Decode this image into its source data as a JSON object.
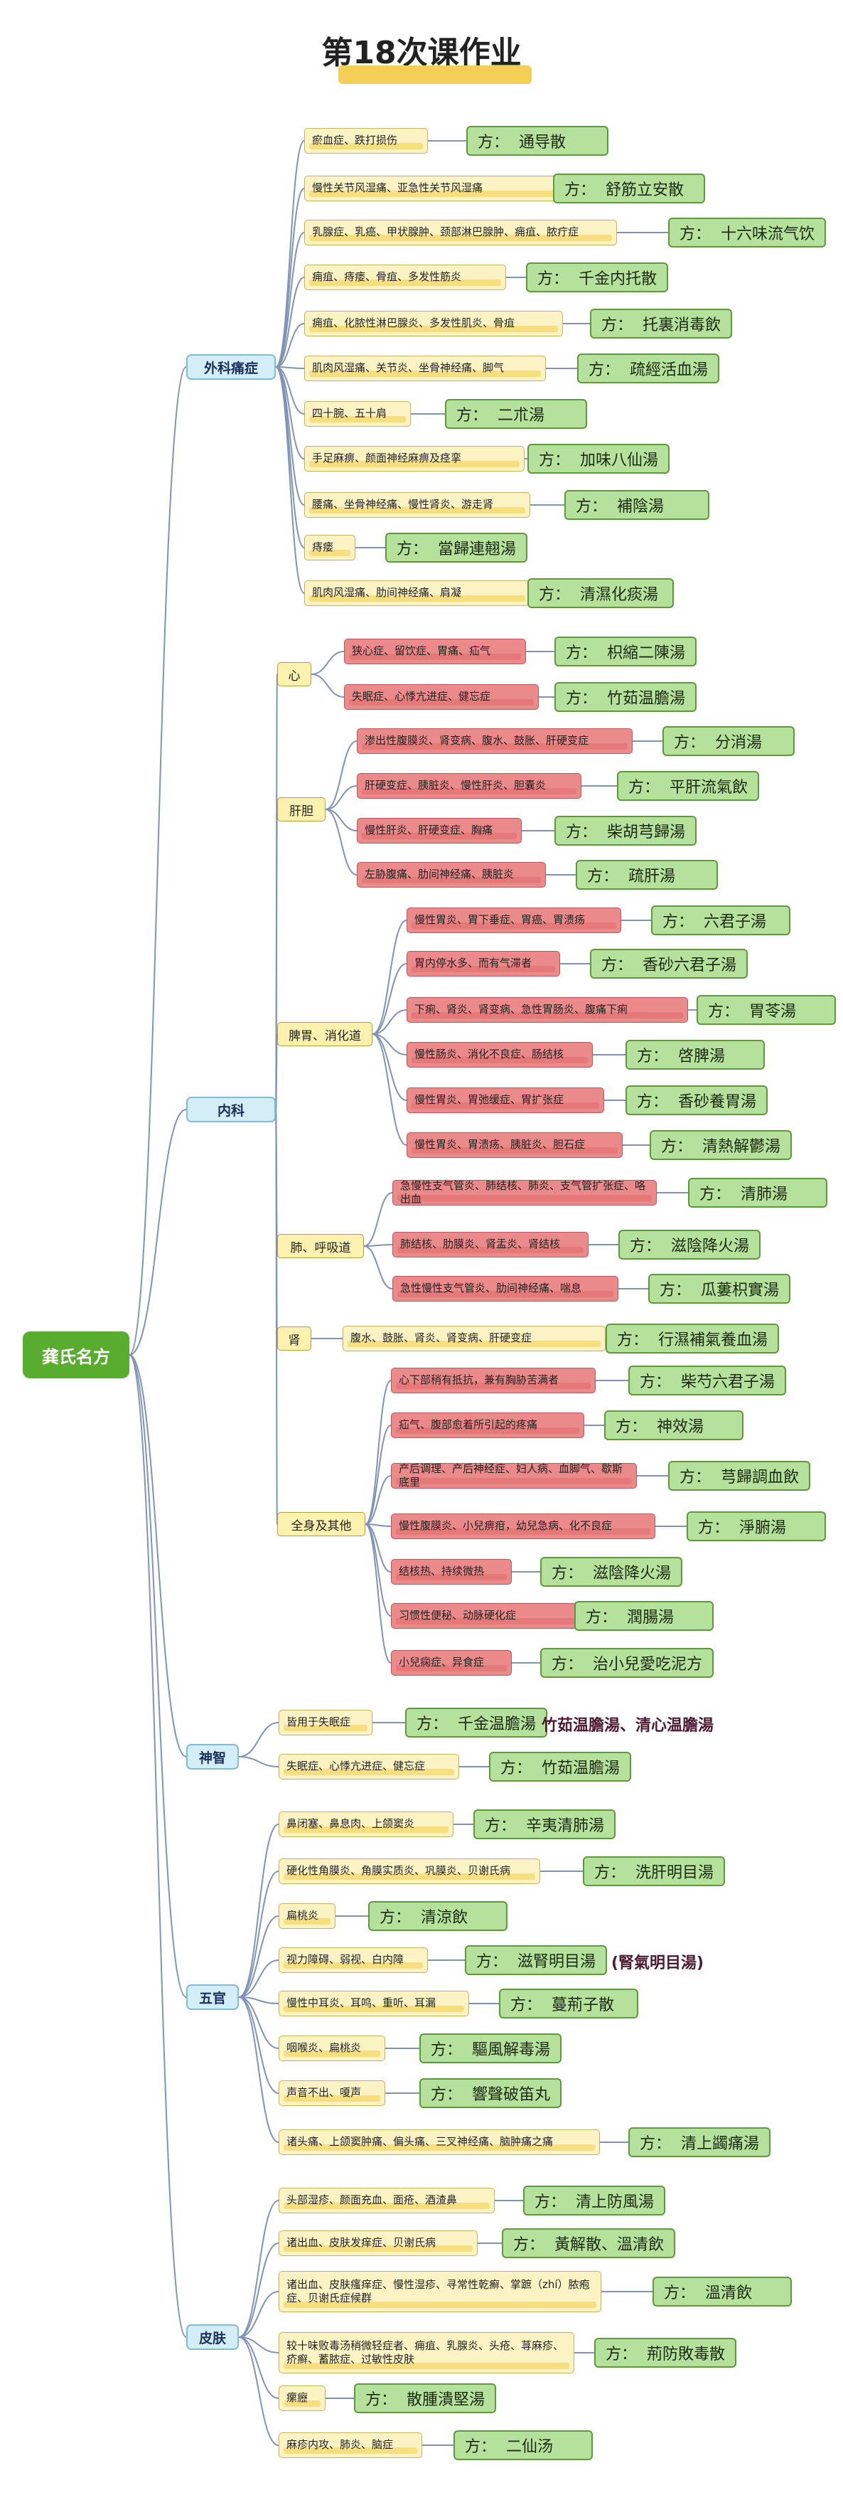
{
  "title": "第18次课作业",
  "root": "龚氏名方",
  "rx_prefix": "方：",
  "categories": [
    {
      "name": "外科痛症",
      "items": [
        {
          "sym": "瘀血症、跌打损伤",
          "rx": "通导散"
        },
        {
          "sym": "慢性关节风湿痛、亚急性关节风湿痛",
          "rx": "舒筋立安散"
        },
        {
          "sym": "乳腺症、乳癌、甲状腺肿、颈部淋巴腺肿、痈疽、脓疔症",
          "rx": "十六味流气饮"
        },
        {
          "sym": "痈疽、痔瘘、骨疽、多发性筋炎",
          "rx": "千金内托散"
        },
        {
          "sym": "痈疽、化脓性淋巴腺炎、多发性肌炎、骨疽",
          "rx": "托裏消毒飲"
        },
        {
          "sym": "肌肉风湿痛、关节炎、坐骨神经痛、脚气",
          "rx": "疏經活血湯"
        },
        {
          "sym": "四十腕、五十肩",
          "rx": "二朮湯"
        },
        {
          "sym": "手足麻痹、颜面神经麻痹及痉挛",
          "rx": "加味八仙湯"
        },
        {
          "sym": "腰痛、坐骨神经痛、慢性肾炎、游走肾",
          "rx": "補陰湯"
        },
        {
          "sym": "痔瘘",
          "rx": "當歸連翹湯"
        },
        {
          "sym": "肌肉风湿痛、肋间神经痛、肩凝",
          "rx": "清濕化痰湯"
        }
      ]
    },
    {
      "name": "内科",
      "groups": [
        {
          "name": "心",
          "items": [
            {
              "sym": "狭心症、留饮症、胃痛、疝气",
              "rx": "枳縮二陳湯"
            },
            {
              "sym": "失眠症、心悸亢进症、健忘症",
              "rx": "竹茹温膽湯"
            }
          ]
        },
        {
          "name": "肝胆",
          "items": [
            {
              "sym": "渗出性腹膜炎、肾变病、腹水、鼓胀、肝硬变症",
              "rx": "分消湯"
            },
            {
              "sym": "肝硬变症、胰脏炎、慢性肝炎、胆囊炎",
              "rx": "平肝流氣飲"
            },
            {
              "sym": "慢性肝炎、肝硬变症、胸痛",
              "rx": "柴胡芎歸湯"
            },
            {
              "sym": "左胁腹痛、肋间神经痛、胰脏炎",
              "rx": "疏肝湯"
            }
          ]
        },
        {
          "name": "脾胃、消化道",
          "items": [
            {
              "sym": "慢性胃炎、胃下垂症、胃癌、胃溃疡",
              "rx": "六君子湯"
            },
            {
              "sym": "胃内停水多、而有气滞者",
              "rx": "香砂六君子湯"
            },
            {
              "sym": "下痢、肾炎、肾变病、急性胃肠炎、腹痛下痢",
              "rx": "胃苓湯"
            },
            {
              "sym": "慢性肠炎、消化不良症、肠结核",
              "rx": "啓脾湯"
            },
            {
              "sym": "慢性胃炎、胃弛缓症、胃扩张症",
              "rx": "香砂養胃湯"
            },
            {
              "sym": "慢性胃炎、胃溃疡、胰脏炎、胆石症",
              "rx": "清熱解鬱湯"
            }
          ]
        },
        {
          "name": "肺、呼吸道",
          "items": [
            {
              "sym": "急慢性支气管炎、肺结核、肺炎、支气管扩张症、咯出血",
              "rx": "清肺湯"
            },
            {
              "sym": "肺结核、肋膜炎、肾盂炎、肾结核",
              "rx": "滋陰降火湯"
            },
            {
              "sym": "急性慢性支气管炎、肋间神经痛、喘息",
              "rx": "瓜蔞枳實湯"
            }
          ]
        },
        {
          "name": "肾",
          "items": [
            {
              "sym": "腹水、鼓胀、肾炎、肾变病、肝硬变症",
              "rx": "行濕補氣養血湯"
            }
          ]
        },
        {
          "name": "全身及其他",
          "items": [
            {
              "sym": "心下部稍有抵抗，兼有胸胁苦满者",
              "rx": "柴芍六君子湯"
            },
            {
              "sym": "疝气、腹部愈着所引起的疼痛",
              "rx": "神效湯"
            },
            {
              "sym": "产后调理、产后神经症、妇人病、血脚气、歇斯底里",
              "rx": "芎歸調血飲"
            },
            {
              "sym": "慢性腹膜炎、小兒痹疳，幼兒急病、化不良症",
              "rx": "淨腑湯"
            },
            {
              "sym": "结核热、持续微热",
              "rx": "滋陰降火湯"
            },
            {
              "sym": "习惯性便秘、动脉硬化症",
              "rx": "潤腸湯"
            },
            {
              "sym": "小兒痫症、异食症",
              "rx": "治小兒愛吃泥方"
            }
          ]
        }
      ]
    },
    {
      "name": "神智",
      "items": [
        {
          "sym": "皆用于失眠症",
          "rx": "千金温膽湯",
          "note": "竹茹温膽湯、清心温膽湯"
        },
        {
          "sym": "失眠症、心悸亢进症、健忘症",
          "rx": "竹茹温膽湯"
        }
      ]
    },
    {
      "name": "五官",
      "items": [
        {
          "sym": "鼻闭塞、鼻息肉、上颌窦炎",
          "rx": "辛夷清肺湯"
        },
        {
          "sym": "硬化性角膜炎、角膜实质炎、巩膜炎、贝谢氏病",
          "rx": "洗肝明目湯"
        },
        {
          "sym": "扁桃炎",
          "rx": "清涼飲"
        },
        {
          "sym": "视力障碍、弱视、白内障",
          "rx": "滋腎明目湯",
          "note": "(腎氣明目湯)"
        },
        {
          "sym": "慢性中耳炎、耳鸣、重听、耳漏",
          "rx": "蔓荊子散"
        },
        {
          "sym": "咽喉炎、扁桃炎",
          "rx": "驅風解毒湯"
        },
        {
          "sym": "声音不出、嗄声",
          "rx": "響聲破笛丸"
        },
        {
          "sym": "诸头痛、上颌窦肿痛、偏头痛、三叉神经痛、脑肿痛之痛",
          "rx": "清上蠲痛湯"
        }
      ]
    },
    {
      "name": "皮肤",
      "items": [
        {
          "sym": "头部湿疹、颜面充血、面疮、酒渣鼻",
          "rx": "清上防風湯"
        },
        {
          "sym": "诸出血、皮肤发痒症、贝谢氏病",
          "rx": "黃解散、溫清飲"
        },
        {
          "sym": "诸出血、皮肤瘙痒症、慢性湿疹、寻常性乾癬、掌蹠（zhí）脓疱症、贝谢氏症候群",
          "rx": "溫清飲"
        },
        {
          "sym": "较十味败毒汤稍微轻症者、痈疽、乳腺炎、头疮、荨麻疹、疥癣、蓄脓症、过敏性皮肤",
          "rx": "荊防敗毒散"
        },
        {
          "sym": "瘰癧",
          "rx": "散腫潰堅湯"
        },
        {
          "sym": "麻疹内攻、肺炎、脑症",
          "rx": "二仙汤"
        }
      ]
    }
  ]
}
